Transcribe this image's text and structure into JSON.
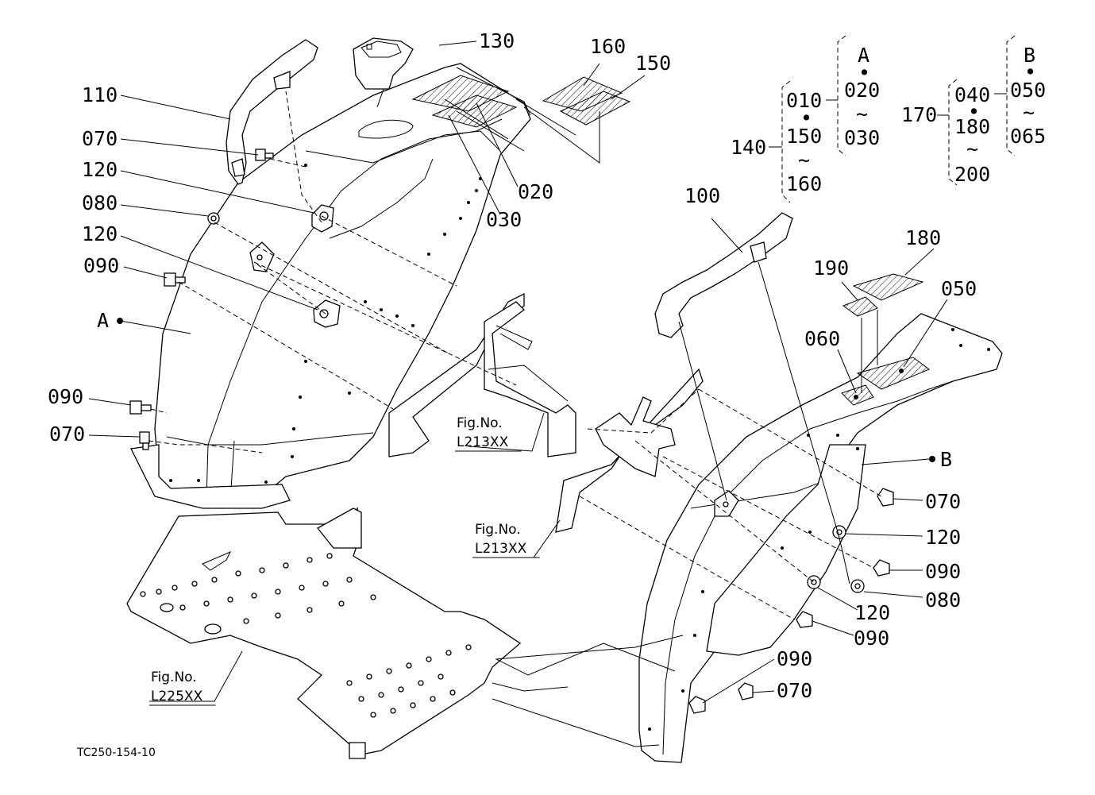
{
  "diagram": {
    "code": "TC250-154-10",
    "labels": {
      "p110": "110",
      "p070a": "070",
      "p120a": "120",
      "p080a": "080",
      "p120b": "120",
      "p090a": "090",
      "p090b": "090",
      "p070b": "070",
      "p130": "130",
      "p160": "160",
      "p150": "150",
      "p020": "020",
      "p030": "030",
      "p100": "100",
      "p180": "180",
      "p190": "190",
      "p050": "050",
      "p060": "060",
      "p070c": "070",
      "p120c": "120",
      "p090c": "090",
      "p080b": "080",
      "p120d": "120",
      "p090d": "090",
      "p090e": "090",
      "p070d": "070"
    },
    "refs": {
      "a": "A",
      "b": "B"
    },
    "figs": [
      {
        "title": "Fig.No.",
        "num": "L213XX"
      },
      {
        "title": "Fig.No.",
        "num": "L213XX"
      },
      {
        "title": "Fig.No.",
        "num": "L225XX"
      }
    ],
    "groups": {
      "g140": {
        "id": "140",
        "items": [
          "010",
          "•",
          "150",
          "~",
          "160"
        ]
      },
      "gA": {
        "title": "A",
        "items": [
          "•",
          "020",
          "~",
          "030"
        ]
      },
      "g170": {
        "id": "170",
        "items": [
          "040",
          "•",
          "180",
          "~",
          "200"
        ]
      },
      "gB": {
        "title": "B",
        "items": [
          "•",
          "050",
          "~",
          "065"
        ]
      }
    }
  }
}
